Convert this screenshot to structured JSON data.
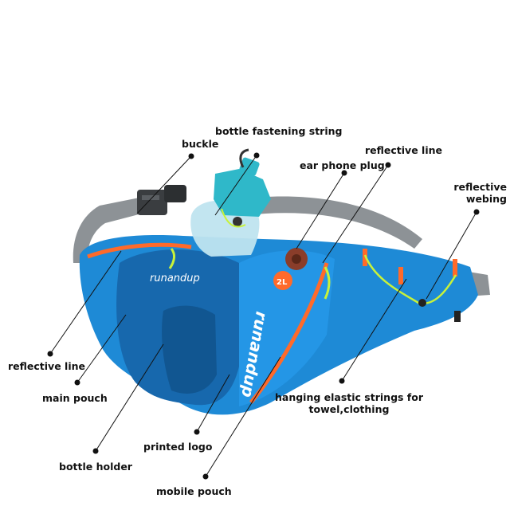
{
  "labels": {
    "bottle_fastening_string": "bottle fastening string",
    "buckle": "buckle",
    "reflective_line_top": "reflective line",
    "ear_phone_plug": "ear phone plug",
    "reflective_webing": "reflective\nwebing",
    "reflective_line_left": "reflective line",
    "main_pouch": "main pouch",
    "hanging_elastic_strings": "hanging elastic strings for\ntowel,clothing",
    "printed_logo": "printed logo",
    "bottle_holder": "bottle holder",
    "mobile_pouch": "mobile pouch"
  },
  "product": {
    "brand_logo_front": "runandup",
    "brand_logo_side": "runandup",
    "capacity_badge": "2L"
  },
  "colors": {
    "bag_blue": "#1e8ad6",
    "bag_blue_dark": "#1768ad",
    "strap_gray": "#8d9296",
    "zipper_orange": "#ff6a2a",
    "elastic_yellow": "#c8f23a",
    "bottle_teal": "#2fb8c9"
  }
}
